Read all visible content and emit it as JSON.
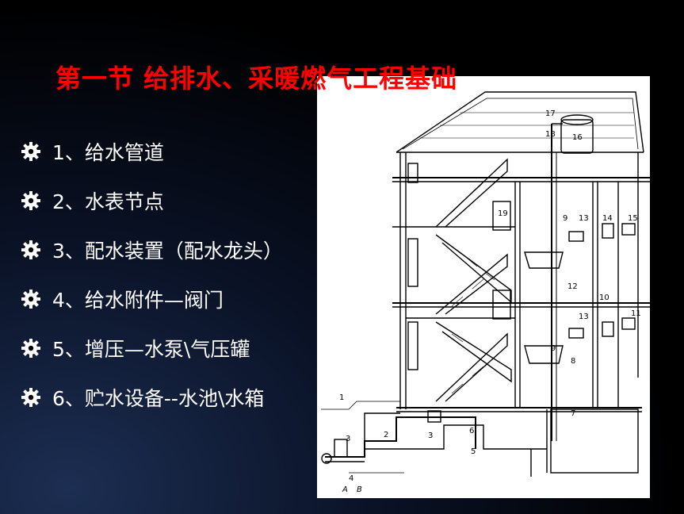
{
  "slide": {
    "title": "第一节  给排水、采暖燃气工程基础",
    "items": [
      {
        "label": "1、给水管道",
        "icon": "gear-icon"
      },
      {
        "label": "2、水表节点",
        "icon": "gear-icon"
      },
      {
        "label": "3、配水装置（配水龙头）",
        "icon": "gear-icon"
      },
      {
        "label": "4、给水附件—阀门",
        "icon": "gear-icon"
      },
      {
        "label": "5、增压—水泵\\气压罐",
        "icon": "gear-icon"
      },
      {
        "label": "6、贮水设备--水池\\水箱",
        "icon": "gear-icon"
      }
    ]
  },
  "figure": {
    "labels": {
      "n1": "1",
      "n2": "2",
      "n3": "3",
      "n3b": "3",
      "n4": "4",
      "n5": "5",
      "n6": "6",
      "n7": "7",
      "n8": "8",
      "n9": "9",
      "n9b": "9",
      "n10": "10",
      "n11": "11",
      "n12": "12",
      "n13": "13",
      "n13b": "13",
      "n14": "14",
      "n15": "15",
      "n16": "16",
      "n17": "17",
      "n18": "18",
      "n19": "19",
      "A": "A",
      "B": "B"
    }
  },
  "colors": {
    "title": "#ff0000",
    "text": "#ffffff",
    "background": "#000000",
    "figure_bg": "#ffffff",
    "drawing_ink": "#000000"
  }
}
